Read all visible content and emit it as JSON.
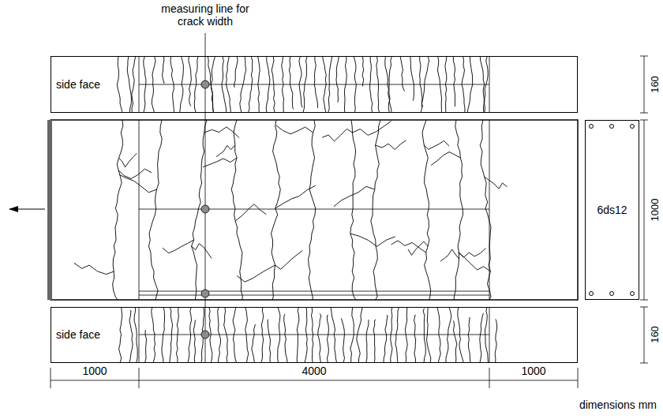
{
  "diagram": {
    "nodes": [
      {
        "text": [
          "side face"
        ]
      },
      {
        "text": [
          "6ds12"
        ]
      },
      {
        "text": [
          "side face"
        ]
      }
    ],
    "labels": [
      "measuring line for crack width",
      "160",
      "1000",
      "160",
      "1000",
      "4000",
      "1000",
      "dimensions mm"
    ]
  }
}
